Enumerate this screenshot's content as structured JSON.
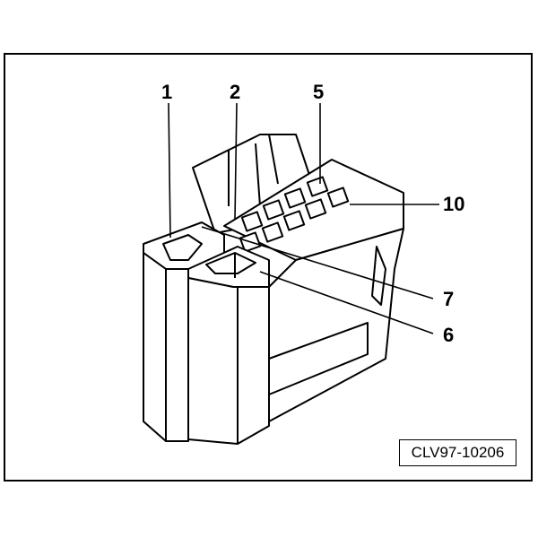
{
  "callouts": {
    "c1": "1",
    "c2": "2",
    "c5": "5",
    "c10": "10",
    "c7": "7",
    "c6": "6"
  },
  "reference_code": "CLV97-10206",
  "colors": {
    "line": "#000000",
    "background": "#ffffff"
  }
}
